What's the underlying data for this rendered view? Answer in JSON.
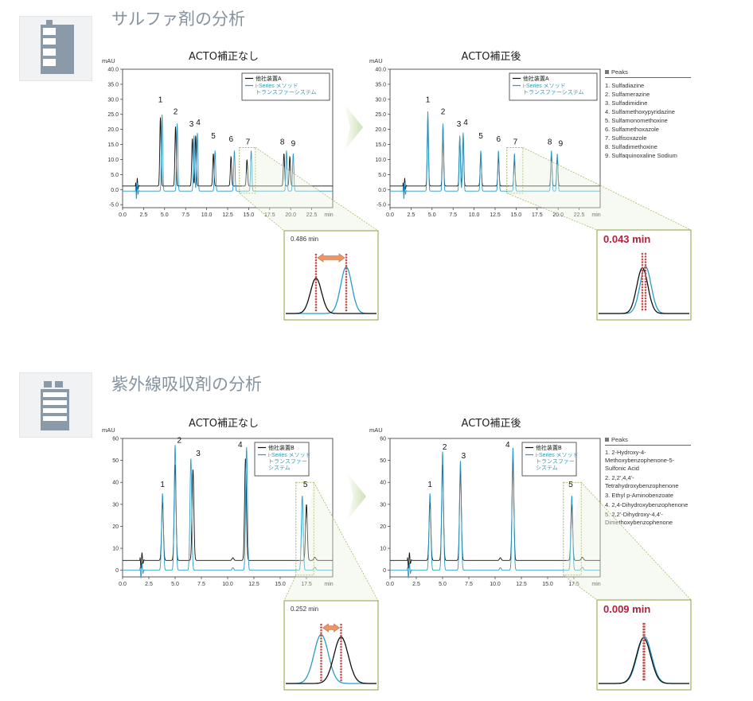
{
  "sections": [
    {
      "title": "サルファ剤の分析",
      "icon": "hplc-instrument-icon",
      "left_title": "ACTO補正なし",
      "right_title": "ACTO補正後",
      "zoom_left_label": "0.486 min",
      "zoom_right_label": "0.043 min",
      "peaks_header": "Peaks",
      "peaks": [
        "1. Sulfadiazine",
        "2. Sulfamerazine",
        "3. Sulfadimidine",
        "4. Sulfamethoxypyridazine",
        "5. Sulfamonomethoxine",
        "6. Sulfamethoxazole",
        "7. Sulfisoxazole",
        "8. Sulfadimethoxine",
        "9. Sulfaquinoxaline Sodium"
      ]
    },
    {
      "title": "紫外線吸収剤の分析",
      "icon": "hplc-stack-icon",
      "left_title": "ACTO補正なし",
      "right_title": "ACTO補正後",
      "zoom_left_label": "0.252 min",
      "zoom_right_label": "0.009 min",
      "peaks_header": "Peaks",
      "peaks": [
        "1. 2-Hydroxy-4-Methoxybenzophenone-5-Sulfonic Acid",
        "2. 2,2',4,4'-Tetrahydroxybenzophenone",
        "3. Ethyl p-Aminobenzoate",
        "4. 2,4-Dihydroxybenzophenone",
        "5. 2,2'-Dihydroxy-4,4'-Dimethoxybenzophenone"
      ]
    }
  ],
  "chart_data": [
    {
      "type": "line",
      "title": "ACTO補正なし",
      "ylabel": "mAU",
      "xlabel": "min",
      "xlim": [
        0,
        25
      ],
      "ylim": [
        -6,
        40
      ],
      "xticks": [
        "0.0",
        "2.5",
        "5.0",
        "7.5",
        "10.0",
        "12.5",
        "15.0",
        "17.5",
        "20.0",
        "22.5"
      ],
      "yticks": [
        "-5.0",
        "0.0",
        "5.0",
        "10.0",
        "15.0",
        "20.0",
        "25.0",
        "30.0",
        "35.0",
        "40.0"
      ],
      "legend": [
        "他社装置A",
        "i-Series メソッド\nトランスファーシステム"
      ],
      "series": [
        {
          "name": "他社装置A",
          "color": "#111111",
          "baseline": 1.2,
          "peaks": [
            [
              4.5,
              24
            ],
            [
              6.3,
              21
            ],
            [
              8.3,
              17
            ],
            [
              8.7,
              18
            ],
            [
              10.8,
              12
            ],
            [
              12.9,
              11
            ],
            [
              14.8,
              10
            ],
            [
              19.2,
              12
            ],
            [
              19.9,
              11
            ]
          ]
        },
        {
          "name": "i-Series メソッド トランスファーシステム",
          "color": "#2a9bc9",
          "baseline": -0.5,
          "peaks": [
            [
              4.7,
              25
            ],
            [
              6.5,
              22
            ],
            [
              8.5,
              18
            ],
            [
              8.9,
              19
            ],
            [
              11.0,
              13
            ],
            [
              13.3,
              13
            ],
            [
              15.3,
              13
            ],
            [
              19.5,
              13
            ],
            [
              20.3,
              12
            ]
          ]
        }
      ],
      "labels": [
        [
          "1",
          4.5,
          29
        ],
        [
          "2",
          6.3,
          25
        ],
        [
          "3",
          8.2,
          21
        ],
        [
          "4",
          9.0,
          21.5
        ],
        [
          "5",
          10.8,
          17
        ],
        [
          "6",
          12.9,
          16
        ],
        [
          "7",
          14.9,
          15
        ],
        [
          "8",
          19.0,
          15
        ],
        [
          "9",
          20.3,
          14.5
        ]
      ]
    },
    {
      "type": "line",
      "title": "ACTO補正後",
      "ylabel": "mAU",
      "xlabel": "min",
      "xlim": [
        0,
        25
      ],
      "ylim": [
        -6,
        40
      ],
      "xticks": [
        "0.0",
        "2.5",
        "5.0",
        "7.5",
        "10.0",
        "12.5",
        "15.0",
        "17.5",
        "20.0",
        "22.5"
      ],
      "yticks": [
        "-5.0",
        "0.0",
        "5.0",
        "10.0",
        "15.0",
        "20.0",
        "25.0",
        "30.0",
        "35.0",
        "40.0"
      ],
      "legend": [
        "他社装置A",
        "i-Series メソッド\nトランスファーシステム"
      ],
      "series": [
        {
          "name": "他社装置A",
          "color": "#111111",
          "baseline": 1.2,
          "peaks": [
            [
              4.5,
              24
            ],
            [
              6.3,
              21
            ],
            [
              8.3,
              17
            ],
            [
              8.7,
              18
            ],
            [
              10.8,
              12
            ],
            [
              12.9,
              11
            ],
            [
              14.8,
              10
            ],
            [
              19.2,
              12
            ],
            [
              19.9,
              11
            ]
          ]
        },
        {
          "name": "i-Series メソッド トランスファーシステム",
          "color": "#2a9bc9",
          "baseline": -0.5,
          "peaks": [
            [
              4.5,
              26
            ],
            [
              6.3,
              22
            ],
            [
              8.3,
              18
            ],
            [
              8.7,
              19
            ],
            [
              10.8,
              13
            ],
            [
              12.9,
              13
            ],
            [
              14.8,
              12
            ],
            [
              19.2,
              13
            ],
            [
              19.9,
              12
            ]
          ]
        }
      ],
      "labels": [
        [
          "1",
          4.5,
          29
        ],
        [
          "2",
          6.3,
          25
        ],
        [
          "3",
          8.2,
          21
        ],
        [
          "4",
          9.0,
          21.5
        ],
        [
          "5",
          10.8,
          17
        ],
        [
          "6",
          12.9,
          16
        ],
        [
          "7",
          14.9,
          15
        ],
        [
          "8",
          19.0,
          15
        ],
        [
          "9",
          20.3,
          14.5
        ]
      ]
    },
    {
      "type": "line",
      "title": "ACTO補正なし",
      "ylabel": "mAU",
      "xlabel": "min",
      "xlim": [
        0,
        20
      ],
      "ylim": [
        -3,
        60
      ],
      "xticks": [
        "0.0",
        "2.5",
        "5.0",
        "7.5",
        "10.0",
        "12.5",
        "15.0",
        "17.5"
      ],
      "yticks": [
        "0",
        "10",
        "20",
        "30",
        "40",
        "50",
        "60"
      ],
      "legend": [
        "他社装置B",
        "i-Series メソッド\nトランスファー\nシステム"
      ],
      "series": [
        {
          "name": "他社装置B",
          "color": "#111111",
          "baseline": 4.5,
          "peaks": [
            [
              3.8,
              31
            ],
            [
              5.0,
              48
            ],
            [
              6.7,
              46
            ],
            [
              11.7,
              51
            ],
            [
              17.5,
              30
            ]
          ]
        },
        {
          "name": "i-Series メソッド トランスファー システム",
          "color": "#2a9bc9",
          "baseline": 0.0,
          "peaks": [
            [
              3.8,
              35
            ],
            [
              5.0,
              57
            ],
            [
              6.5,
              51
            ],
            [
              11.8,
              56
            ],
            [
              17.1,
              34
            ]
          ]
        }
      ],
      "labels": [
        [
          "1",
          3.8,
          38
        ],
        [
          "2",
          5.4,
          58
        ],
        [
          "3",
          7.2,
          52
        ],
        [
          "4",
          11.2,
          56
        ],
        [
          "5",
          17.4,
          38
        ]
      ]
    },
    {
      "type": "line",
      "title": "ACTO補正後",
      "ylabel": "mAU",
      "xlabel": "min",
      "xlim": [
        0,
        20
      ],
      "ylim": [
        -3,
        60
      ],
      "xticks": [
        "0.0",
        "2.5",
        "5.0",
        "7.5",
        "10.0",
        "12.5",
        "15.0",
        "17.5"
      ],
      "yticks": [
        "0",
        "10",
        "20",
        "30",
        "40",
        "50",
        "60"
      ],
      "legend": [
        "他社装置B",
        "i-Series メソッド\nトランスファー\nシステム"
      ],
      "series": [
        {
          "name": "他社装置B",
          "color": "#111111",
          "baseline": 4.5,
          "peaks": [
            [
              3.8,
              31
            ],
            [
              5.0,
              48
            ],
            [
              6.7,
              46
            ],
            [
              11.7,
              51
            ],
            [
              17.3,
              30
            ]
          ]
        },
        {
          "name": "i-Series メソッド トランスファー システム",
          "color": "#2a9bc9",
          "baseline": 0.0,
          "peaks": [
            [
              3.8,
              35
            ],
            [
              5.0,
              54
            ],
            [
              6.7,
              50
            ],
            [
              11.7,
              56
            ],
            [
              17.3,
              34
            ]
          ]
        }
      ],
      "labels": [
        [
          "1",
          3.8,
          38
        ],
        [
          "2",
          5.2,
          55
        ],
        [
          "3",
          7.0,
          51
        ],
        [
          "4",
          11.2,
          56
        ],
        [
          "5",
          17.2,
          38
        ]
      ]
    }
  ]
}
